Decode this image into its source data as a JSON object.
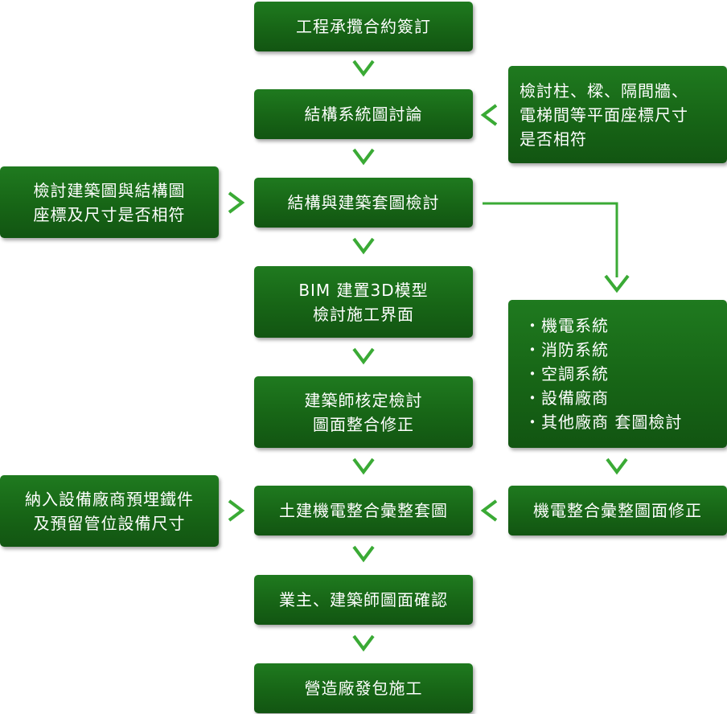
{
  "colors": {
    "box": "#176516",
    "arrow": "#3aaa35",
    "text": "#ffffff"
  },
  "main_flow": [
    {
      "id": "contract",
      "lines": [
        "工程承攬合約簽訂"
      ]
    },
    {
      "id": "structural-discussion",
      "lines": [
        "結構系統圖討論"
      ]
    },
    {
      "id": "overlay-review",
      "lines": [
        "結構與建築套圖檢討"
      ]
    },
    {
      "id": "bim-model",
      "lines": [
        "BIM 建置3D模型",
        "檢討施工界面"
      ]
    },
    {
      "id": "architect-review",
      "lines": [
        "建築師核定檢討",
        "圖面整合修正"
      ]
    },
    {
      "id": "civil-mep-integration",
      "lines": [
        "土建機電整合彙整套圖"
      ]
    },
    {
      "id": "owner-confirm",
      "lines": [
        "業主、建築師圖面確認"
      ]
    },
    {
      "id": "construction",
      "lines": [
        "營造廠發包施工"
      ]
    }
  ],
  "side_notes": {
    "check_columns": {
      "lines": [
        "檢討柱、樑、隔間牆、",
        "電梯間等平面座標尺寸",
        "是否相符"
      ]
    },
    "check_coordinates": {
      "lines": [
        "檢討建築圖與結構圖",
        "座標及尺寸是否相符"
      ]
    },
    "mep_systems": {
      "lines": [
        "・機電系統",
        "・消防系統",
        "・空調系統",
        "・設備廠商",
        "・其他廠商 套圖檢討"
      ]
    },
    "mep_revision": {
      "lines": [
        "機電整合彙整圖面修正"
      ]
    },
    "embedded_items": {
      "lines": [
        "納入設備廠商預埋鐵件",
        "及預留管位設備尺寸"
      ]
    }
  }
}
